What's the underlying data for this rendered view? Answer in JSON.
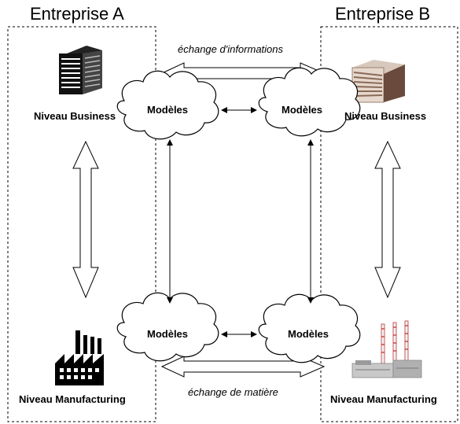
{
  "enterprises": {
    "a": {
      "title": "Entreprise A",
      "business_level": "Niveau Business",
      "manufacturing_level": "Niveau Manufacturing"
    },
    "b": {
      "title": "Entreprise B",
      "business_level": "Niveau Business",
      "manufacturing_level": "Niveau Manufacturing"
    }
  },
  "models": {
    "top_left": "Modèles",
    "top_right": "Modèles",
    "bottom_left": "Modèles",
    "bottom_right": "Modèles"
  },
  "flows": {
    "information": "échange d'informations",
    "material": "échange de matière"
  },
  "icons": [
    "office-building-icon",
    "factory-icon",
    "power-plant-icon"
  ]
}
